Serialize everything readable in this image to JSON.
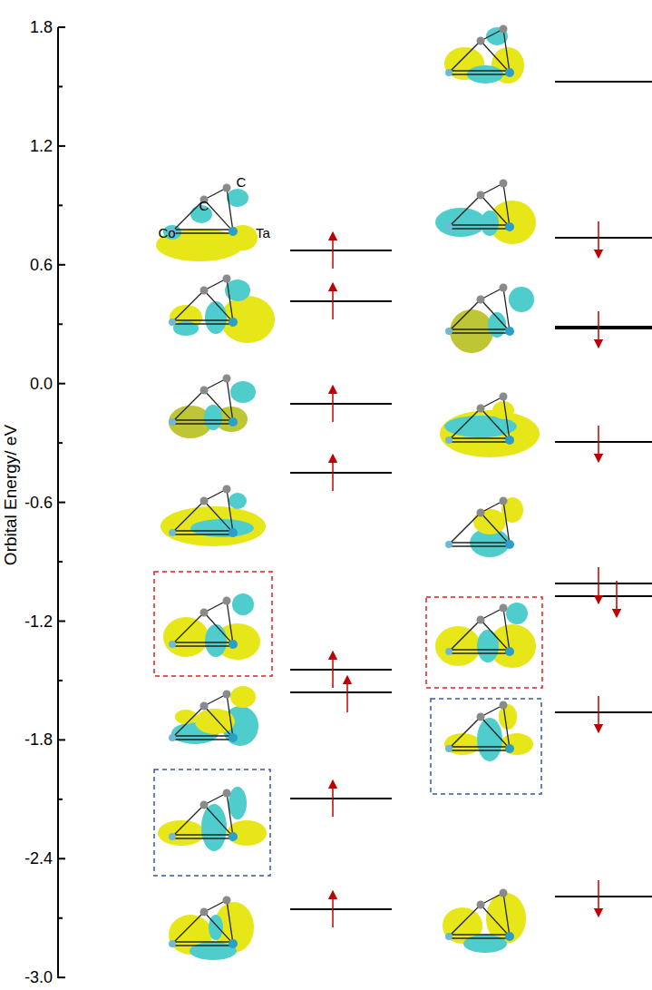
{
  "diagram": {
    "labels": [
      "1.8",
      "1.2",
      "0.6",
      "0.0",
      "-0.6",
      "-1.2",
      "-1.8",
      "-2.4",
      "-3.0",
      "Orbital Energy/ eV",
      "C",
      "C",
      "Co",
      "Ta"
    ]
  }
}
